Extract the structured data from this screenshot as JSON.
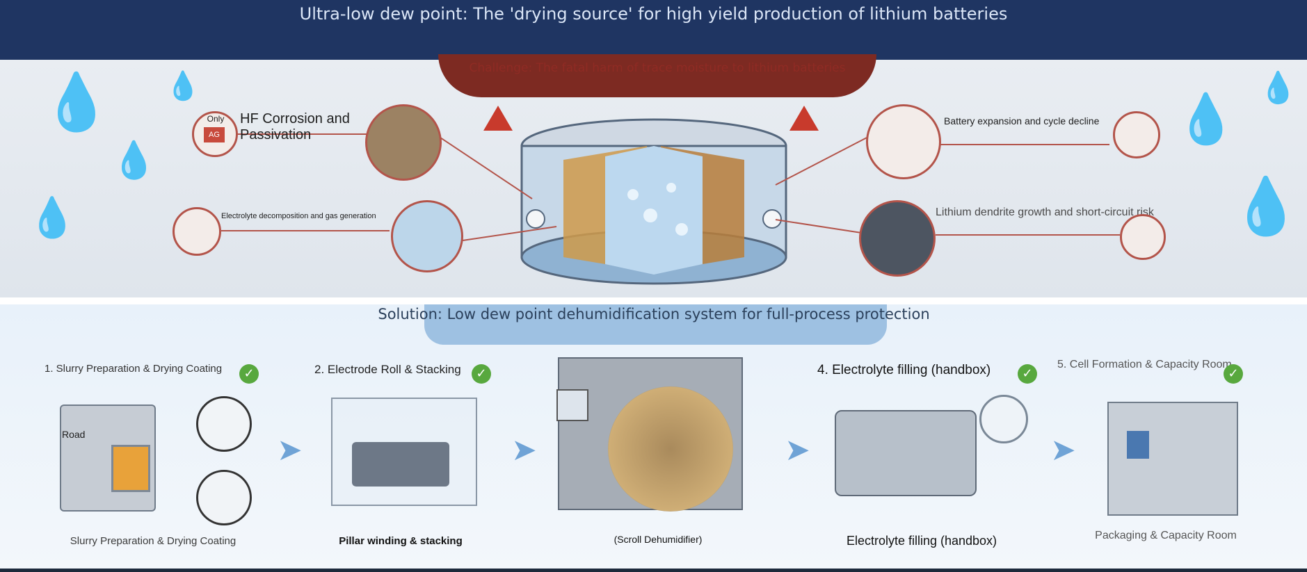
{
  "header": {
    "title": "Ultra-low dew point: The 'drying source' for high yield production of lithium batteries"
  },
  "challenge": {
    "banner": "Challenge: The fatal harm of trace moisture to lithium batteries",
    "items": [
      {
        "label": "HF Corrosion and Passivation",
        "badge_top": "Only",
        "badge_bottom": "AG"
      },
      {
        "label": "Electrolyte decomposition and gas generation"
      },
      {
        "label": "Battery expansion and cycle decline"
      },
      {
        "label": "Lithium dendrite growth and short-circuit risk"
      }
    ]
  },
  "solution": {
    "banner": "Solution: Low dew point dehumidification system for full-process protection",
    "steps": [
      {
        "title": "1. Slurry Preparation & Drying Coating",
        "caption": "Slurry Preparation & Drying Coating",
        "machine_label": "Road"
      },
      {
        "title": "2. Electrode Roll & Stacking",
        "caption": "Pillar winding & stacking"
      },
      {
        "caption": "(Scroll Dehumidifier)"
      },
      {
        "title": "4. Electrolyte filling (handbox)",
        "caption": "Electrolyte filling (handbox)"
      },
      {
        "title": "5. Cell Formation & Capacity Room",
        "caption": "Packaging & Capacity Room"
      }
    ]
  },
  "colors": {
    "header_bg": "#1f3562",
    "challenge_red": "#7d2a22",
    "check_green": "#58a83e",
    "solution_band": "#9ec1e2"
  }
}
